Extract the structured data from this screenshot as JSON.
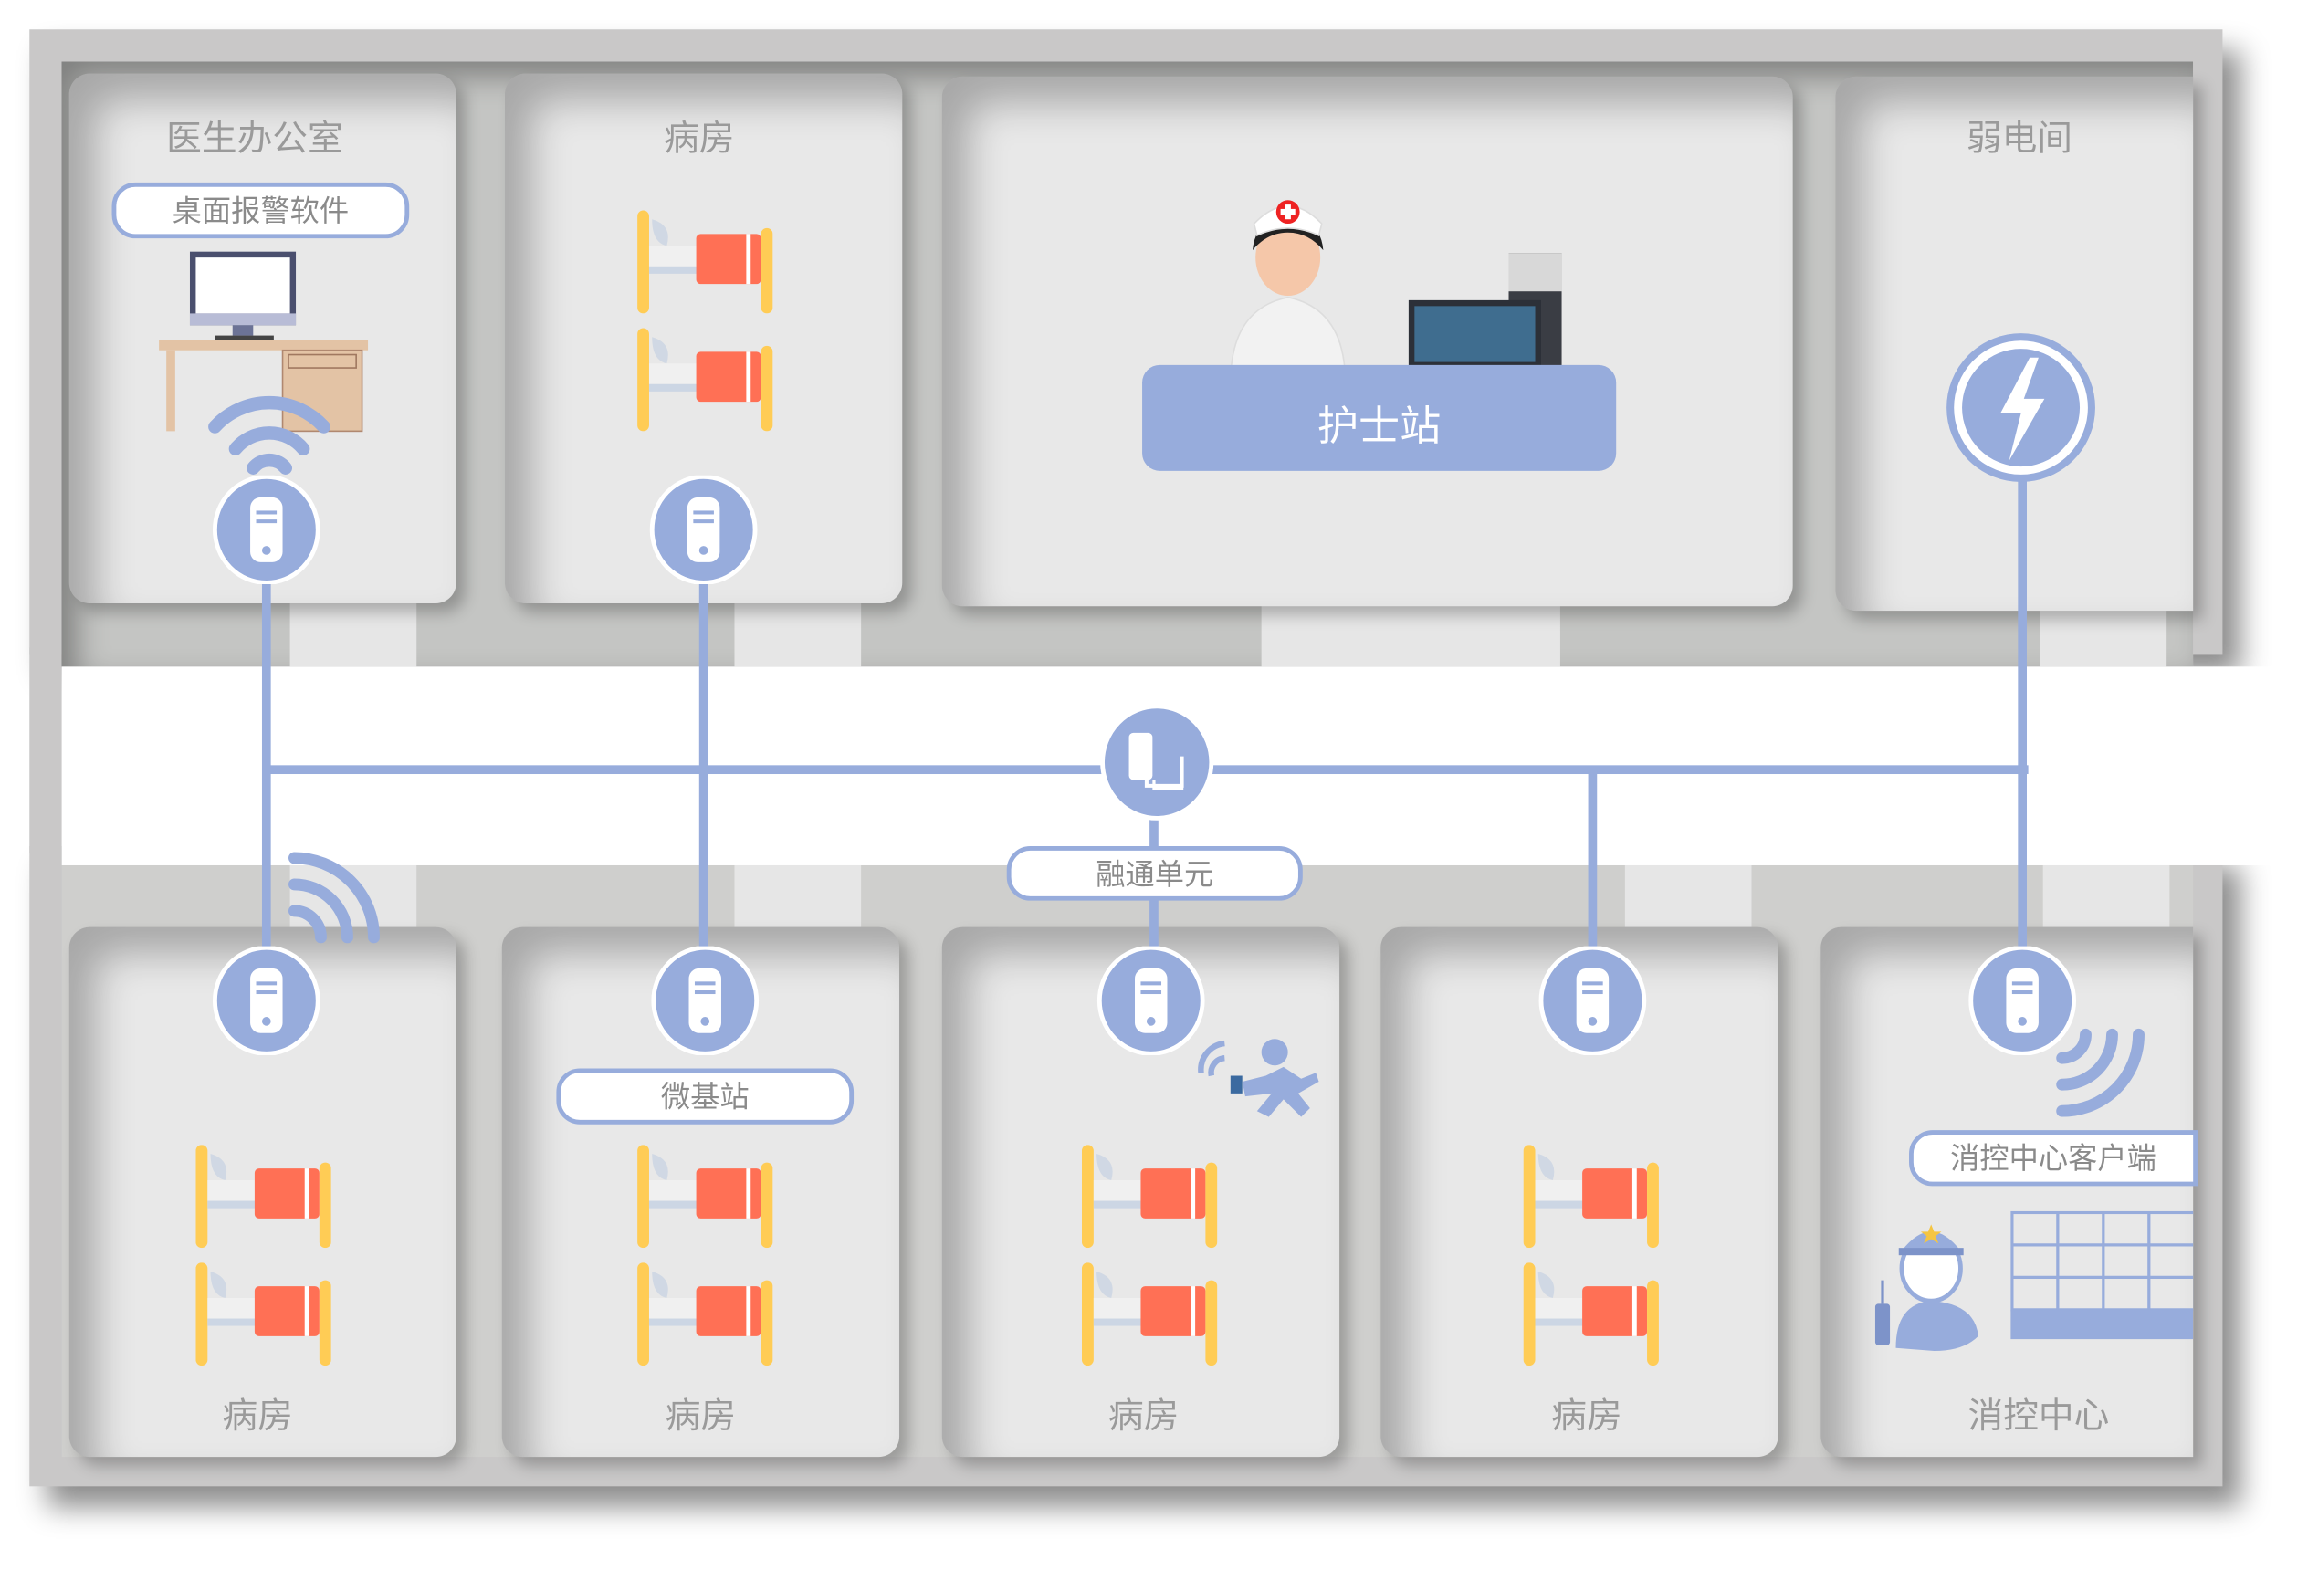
{
  "rooms_top": [
    {
      "title": "医生办公室"
    },
    {
      "title": "病房"
    },
    {
      "title": "护士站"
    },
    {
      "title": "弱电间"
    }
  ],
  "rooms_bottom": [
    {
      "title": "病房"
    },
    {
      "title": "病房"
    },
    {
      "title": "病房"
    },
    {
      "title": "病房"
    },
    {
      "title": "消控中心"
    }
  ],
  "labels": {
    "desktop_alarm_software": "桌面报警软件",
    "fusion_unit": "融通单元",
    "micro_base_station": "微基站",
    "fire_control_client": "消控中心客户端"
  },
  "colors": {
    "accent": "#97acdc",
    "bed_frame": "#ffcc55",
    "mattress": "#ff7055",
    "room": "#e8e8e8",
    "wall": "#c9c8c8"
  }
}
